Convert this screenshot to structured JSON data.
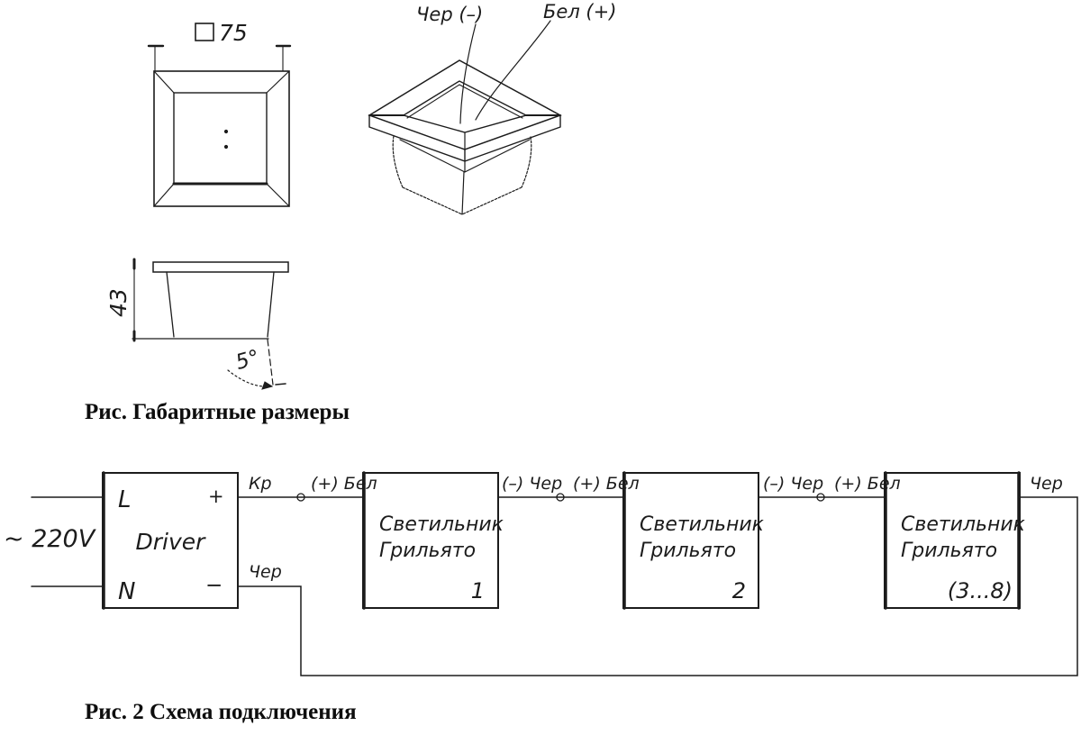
{
  "figure1": {
    "caption": "Рис. Габаритные размеры",
    "top_view": {
      "width_dimension": "75"
    },
    "side_view": {
      "height_dimension": "43",
      "angle_dimension": "5°"
    },
    "isometric_view": {
      "black_wire_label": "Чер (–)",
      "white_wire_label": "Бел (+)"
    }
  },
  "figure2": {
    "caption": "Рис. 2 Схема подключения",
    "supply_label": "~ 220V",
    "driver": {
      "title": "Driver",
      "terminal_live": "L",
      "terminal_neutral": "N",
      "terminal_plus": "+",
      "terminal_minus": "−",
      "output_plus_label": "Кр",
      "output_minus_label": "Чер"
    },
    "wire_labels": {
      "plus_white": "(+) Бел",
      "minus_black": "(–) Чер",
      "end_black": "Чер"
    },
    "luminaires": [
      {
        "line1": "Светильник",
        "line2": "Грильято",
        "number": "1"
      },
      {
        "line1": "Светильник",
        "line2": "Грильято",
        "number": "2"
      },
      {
        "line1": "Светильник",
        "line2": "Грильято",
        "number": "(3...8)"
      }
    ]
  }
}
